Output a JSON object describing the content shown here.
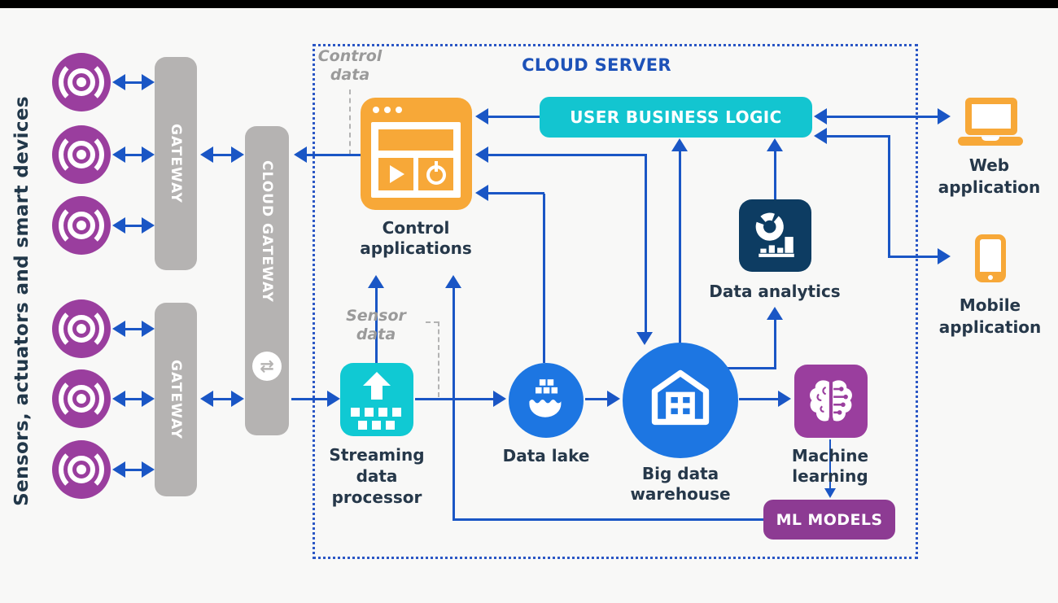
{
  "title": "CLOUD SERVER",
  "colors": {
    "arrow_blue": "#1a56c5",
    "accent_orange": "#f7a838",
    "accent_teal": "#10c9d3",
    "accent_blue": "#1d76e2",
    "accent_navy": "#0d3c62",
    "accent_purple": "#9a3e9e",
    "banner_purple": "#8d3b93",
    "gateway_gray": "#b5b3b2",
    "text_dark": "#26384a",
    "title_blue": "#1d52b8"
  },
  "edge": {
    "devices_label": "Sensors, actuators and smart devices"
  },
  "gateways": {
    "top_label": "GATEWAY",
    "bottom_label": "GATEWAY",
    "cloud_label": "CLOUD GATEWAY",
    "sync_glyph": "⇄"
  },
  "annotations": {
    "control_data_line1": "Control",
    "control_data_line2": "data",
    "sensor_data": "Sensor data"
  },
  "nodes": {
    "control_applications": {
      "line1": "Control",
      "line2": "applications"
    },
    "user_business_logic": {
      "label": "USER BUSINESS LOGIC"
    },
    "streaming": {
      "line1": "Streaming",
      "line2": "data",
      "line3": "processor"
    },
    "data_lake": {
      "label": "Data lake"
    },
    "warehouse": {
      "line1": "Big data",
      "line2": "warehouse"
    },
    "analytics": {
      "label": "Data analytics"
    },
    "ml": {
      "label": "Machine learning"
    },
    "ml_models": {
      "label": "ML MODELS"
    },
    "web_app": {
      "line1": "Web",
      "line2": "application"
    },
    "mobile_app": {
      "line1": "Mobile",
      "line2": "application"
    }
  }
}
